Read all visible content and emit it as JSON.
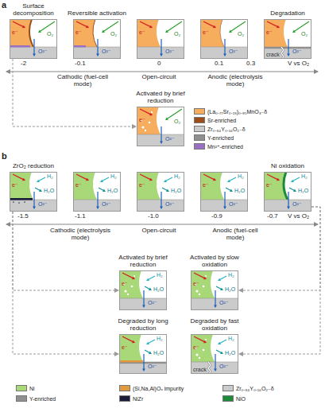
{
  "diagram": {
    "nodes": [
      {
        "text": [
          "Surface decomposition",
          "e⁻",
          "O₂",
          "O²⁻"
        ]
      },
      {
        "text": [
          "Reversible activation",
          "e⁻",
          "O₂",
          "O²⁻"
        ]
      },
      {
        "text": [
          "e⁻",
          "O₂",
          "O²⁻"
        ]
      },
      {
        "text": [
          "e⁻",
          "O₂",
          "O²⁻"
        ]
      },
      {
        "text": [
          "Degradation",
          "e⁻",
          "O₂",
          "O²⁻",
          "crack"
        ]
      },
      {
        "text": [
          "Activated by brief reduction",
          "e⁻",
          "O₂",
          "O²⁻"
        ]
      },
      {
        "text": [
          "ZrO₂ reduction",
          "e⁻",
          "H₂",
          "H₂O",
          "O²⁻"
        ]
      },
      {
        "text": [
          "e⁻",
          "H₂",
          "H₂O",
          "O²⁻"
        ]
      },
      {
        "text": [
          "e⁻",
          "H₂",
          "H₂O",
          "O²⁻"
        ]
      },
      {
        "text": [
          "e⁻",
          "H₂",
          "H₂O",
          "O²⁻"
        ]
      },
      {
        "text": [
          "Ni oxidation",
          "e⁻",
          "H₂",
          "H₂O",
          "O²⁻"
        ]
      },
      {
        "text": [
          "Activated by brief reduction",
          "e⁻",
          "H₂",
          "H₂O",
          "O²⁻"
        ]
      },
      {
        "text": [
          "Activated by slow oxidation",
          "e⁻",
          "H₂",
          "H₂O",
          "O²⁻"
        ]
      },
      {
        "text": [
          "Degraded by long reduction",
          "e⁻",
          "H₂",
          "H₂O",
          "O²⁻"
        ]
      },
      {
        "text": [
          "Degraded by fast oxidation",
          "e⁻",
          "H₂",
          "H₂O",
          "O²⁻",
          "crack"
        ]
      }
    ],
    "edges": [
      {
        "from": 0,
        "to": 5,
        "arrow": "to"
      },
      {
        "from": 6,
        "to": 11,
        "arrow": "to"
      },
      {
        "from": 6,
        "to": 13,
        "arrow": "to"
      },
      {
        "from": 10,
        "to": 12,
        "arrow": "to"
      },
      {
        "from": 10,
        "to": 14,
        "arrow": "to"
      }
    ],
    "labels": [
      "a",
      "-2",
      "-0.1",
      "0",
      "0.1",
      "0.3",
      "V vs O₂",
      "Cathodic (fuel-cell mode)",
      "Open-circuit",
      "Anodic (electrolysis mode)",
      "b",
      "-1.5",
      "-1.1",
      "-1.0",
      "-0.9",
      "-0.7",
      "V vs O₂",
      "Cathodic (electrolysis mode)",
      "Open-circuit",
      "Anodic (fuel-cell mode)"
    ],
    "legend": [
      {
        "text": "(La₀.₇₇Sr₀.₁₉)₀.₉₅MnO₃₋δ",
        "color": "#f6ad5e"
      },
      {
        "text": "Sr-enriched",
        "color": "#9c4d1a"
      },
      {
        "text": "Zr₀.₈₄Y₀.₁₆O₂₋δ",
        "color": "#cbcbcb"
      },
      {
        "text": "Y-enriched",
        "color": "#8f8f8f"
      },
      {
        "text": "Mn²⁺-enriched",
        "color": "#9b6fc3"
      },
      {
        "text": "Ni",
        "color": "#a8d878"
      },
      {
        "text": "(Si,Na,Al)Oₓ impurity",
        "color": "#e39a3e"
      },
      {
        "text": "Zr₀.₈₄Y₀.₁₆O₂₋δ",
        "color": "#cbcbcb"
      },
      {
        "text": "Y-enriched",
        "color": "#8f8f8f"
      },
      {
        "text": "NiZr",
        "color": "#1b1b3a"
      },
      {
        "text": "NiO",
        "color": "#1e8b3a"
      }
    ]
  }
}
